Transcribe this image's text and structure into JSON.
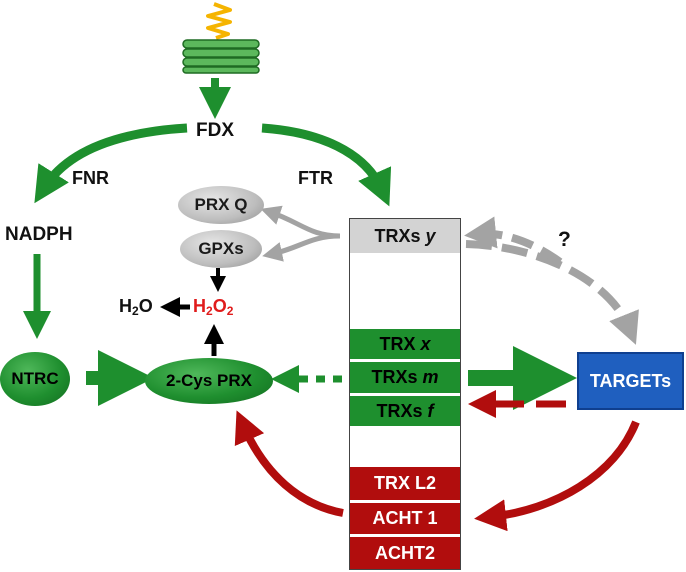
{
  "labels": {
    "fdx": "FDX",
    "fnr": "FNR",
    "ftr": "FTR",
    "nadph": "NADPH",
    "question": "?",
    "water_base": "H",
    "water_sub": "2",
    "water_tail": "O",
    "peroxide_base": "H",
    "peroxide_sub1": "2",
    "peroxide_mid": "O",
    "peroxide_sub2": "2"
  },
  "ovals": {
    "prx_q": "PRX Q",
    "gpxs": "GPXs",
    "ntrc": "NTRC",
    "two_cys_prx": "2-Cys PRX"
  },
  "trx_column": {
    "trxs_y": {
      "prefix": "TRXs ",
      "suffix": "y"
    },
    "trx_x": {
      "prefix": "TRX ",
      "suffix": "x"
    },
    "trxs_m": {
      "prefix": "TRXs ",
      "suffix": "m"
    },
    "trxs_f": {
      "prefix": "TRXs ",
      "suffix": "f"
    },
    "trx_l2": "TRX L2",
    "acht1": "ACHT 1",
    "acht2": "ACHT2"
  },
  "targets": "TARGETs",
  "colors": {
    "green": "#1e8f2e",
    "red": "#b10d0d",
    "gray": "#a3a3a3",
    "blue": "#1f5fbf",
    "light_yellow": "#f5b400",
    "peroxide_red": "#e01b1b"
  }
}
